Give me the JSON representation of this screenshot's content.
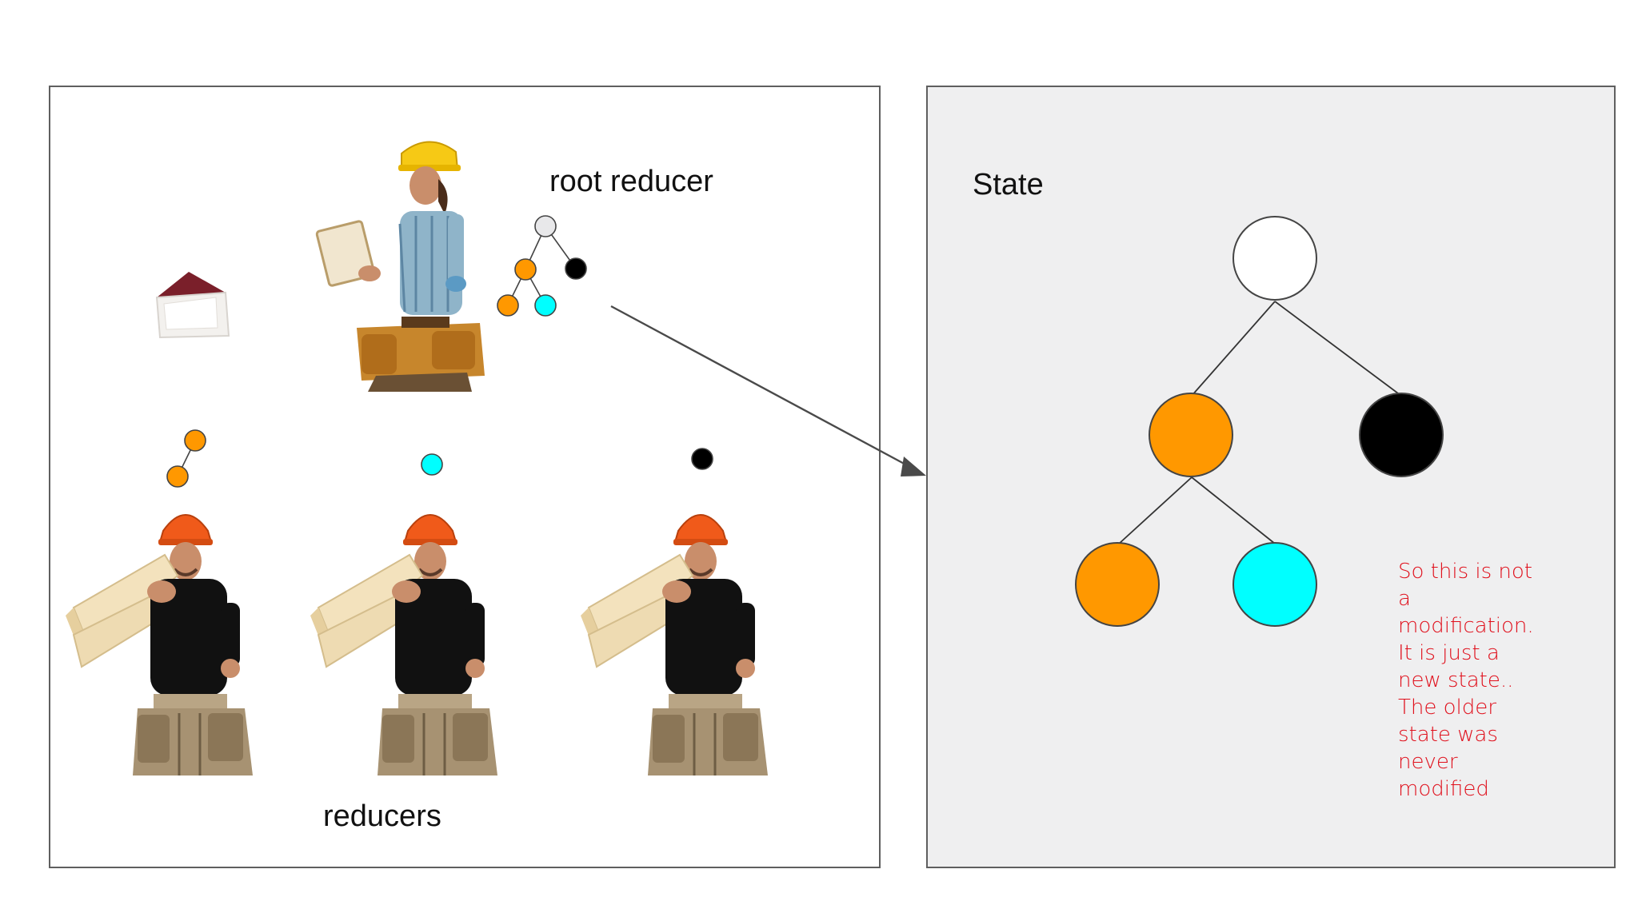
{
  "root_reducer_label": "root reducer",
  "reducers_label": "reducers",
  "state_label": "State",
  "note_lines": [
    "So this is not",
    "a",
    "modification.",
    "It is just a",
    "new state..",
    "The older",
    "state was",
    "never",
    "modified"
  ],
  "colors": {
    "orange": "#ff9800",
    "cyan": "#00ffff",
    "black": "#000000",
    "root_node": "#ffffff",
    "note": "#e0101c",
    "panel_right_bg": "#efeff0"
  }
}
